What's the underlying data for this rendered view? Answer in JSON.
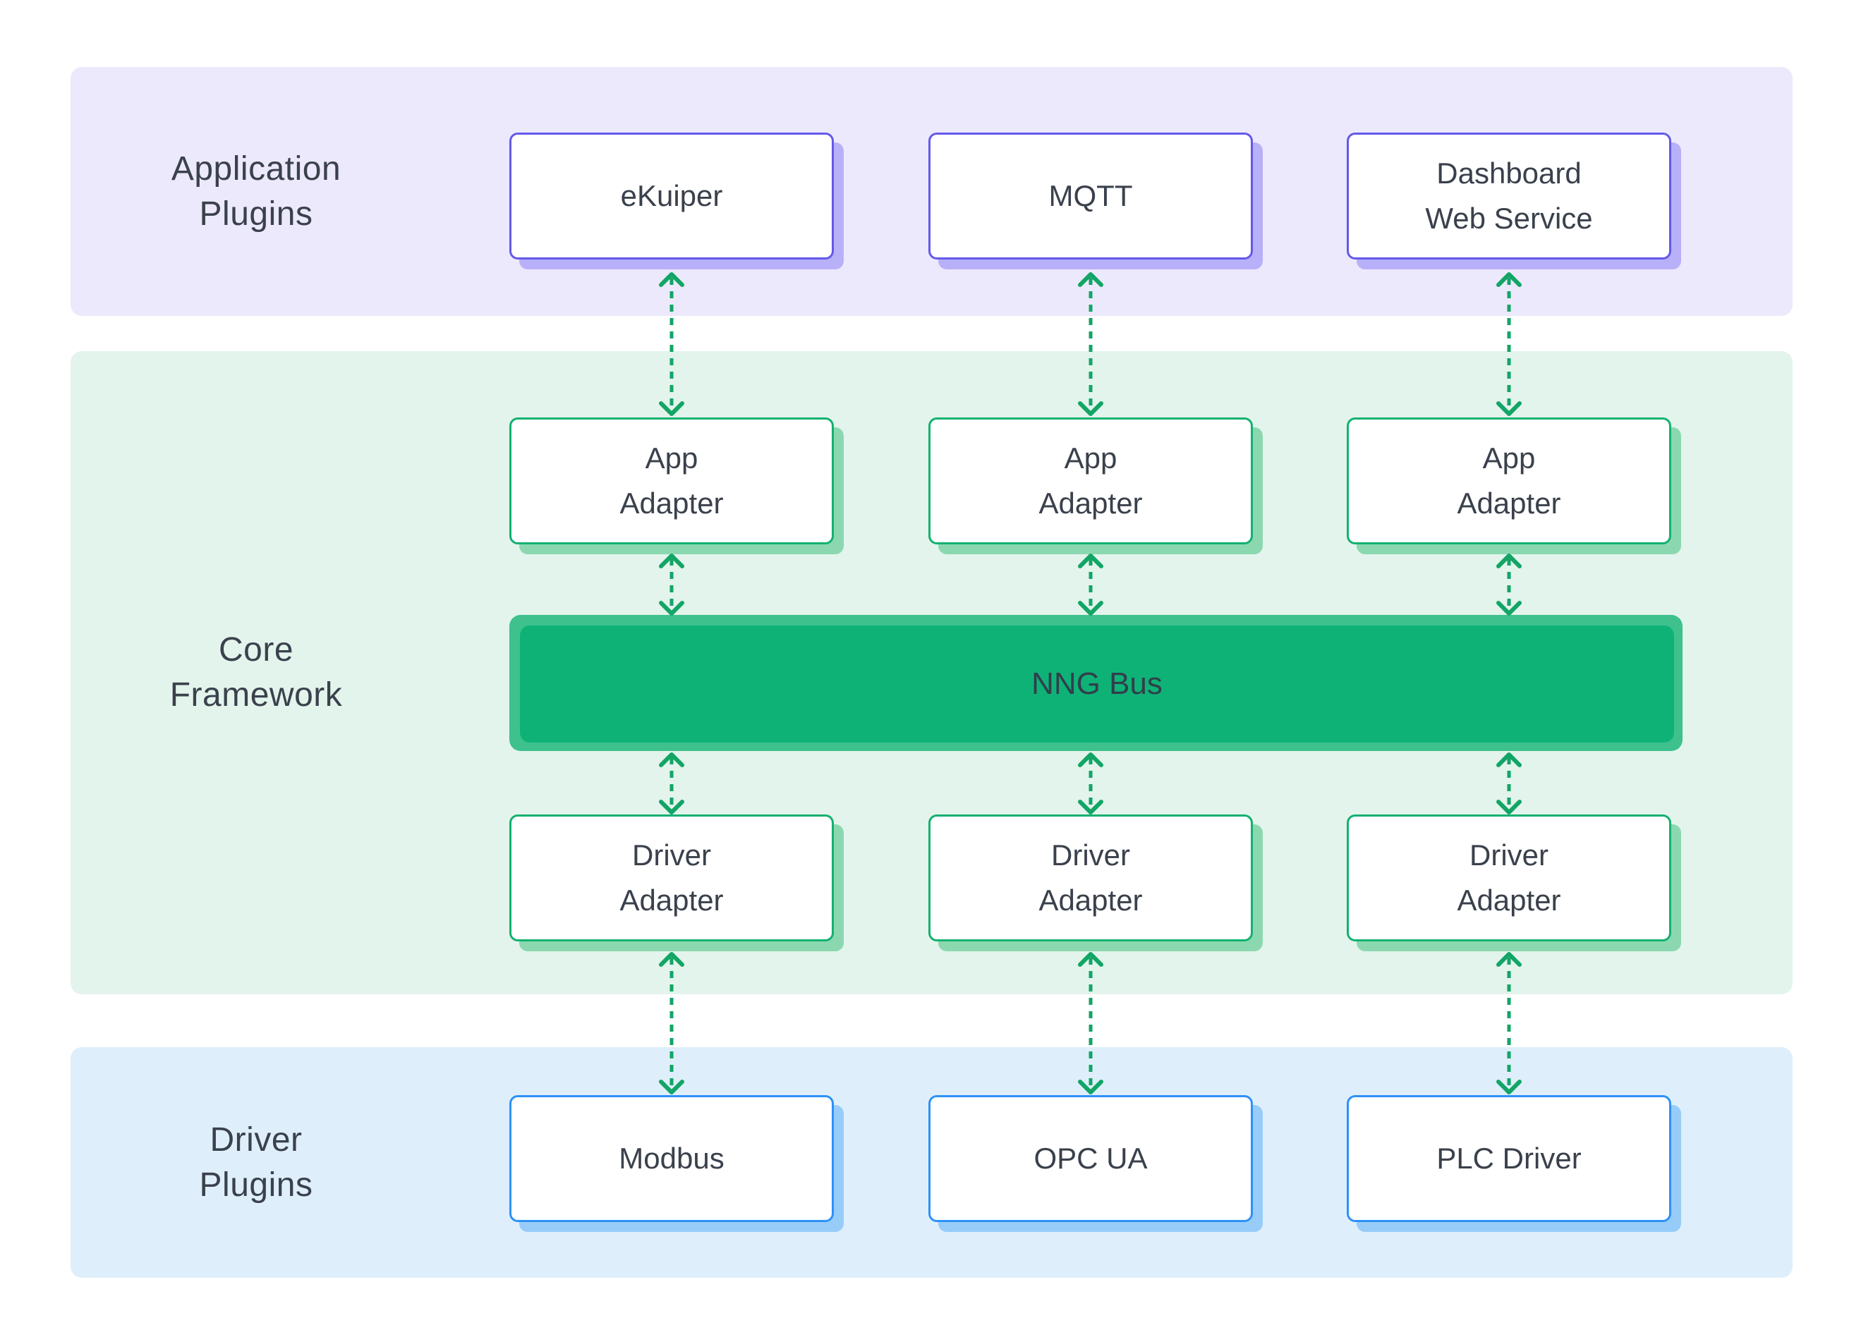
{
  "bands": {
    "application": {
      "label_lines": [
        "Application",
        "Plugins"
      ]
    },
    "core": {
      "label_lines": [
        "Core",
        "Framework"
      ]
    },
    "driver": {
      "label_lines": [
        "Driver",
        "Plugins"
      ]
    }
  },
  "nodes": {
    "app_plugins": [
      {
        "lines": [
          "eKuiper",
          ""
        ]
      },
      {
        "lines": [
          "MQTT",
          ""
        ]
      },
      {
        "lines": [
          "Dashboard",
          "Web Service"
        ]
      }
    ],
    "app_adapters": [
      {
        "lines": [
          "App",
          "Adapter"
        ]
      },
      {
        "lines": [
          "App",
          "Adapter"
        ]
      },
      {
        "lines": [
          "App",
          "Adapter"
        ]
      }
    ],
    "bus": {
      "label": "NNG Bus"
    },
    "driver_adapters": [
      {
        "lines": [
          "Driver",
          "Adapter"
        ]
      },
      {
        "lines": [
          "Driver",
          "Adapter"
        ]
      },
      {
        "lines": [
          "Driver",
          "Adapter"
        ]
      }
    ],
    "driver_plugins": [
      {
        "lines": [
          "Modbus",
          ""
        ]
      },
      {
        "lines": [
          "OPC UA",
          ""
        ]
      },
      {
        "lines": [
          "PLC Driver",
          ""
        ]
      }
    ]
  },
  "arrow": {
    "direction": "bidirectional",
    "style": "dashed",
    "color": "#12A566"
  },
  "colors": {
    "application_band": "#ECE9FC",
    "core_band": "#E3F4EC",
    "driver_band": "#DEEFFB",
    "purple_border": "#6459E9",
    "purple_shadow": "#B8B0F8",
    "green_border": "#12B170",
    "green_shadow": "#8BD8B0",
    "blue_border": "#2E91F8",
    "blue_shadow": "#97CCF9",
    "bus_back": "#3EC18D",
    "bus_front": "#0EB277",
    "text": "#3A414C"
  }
}
